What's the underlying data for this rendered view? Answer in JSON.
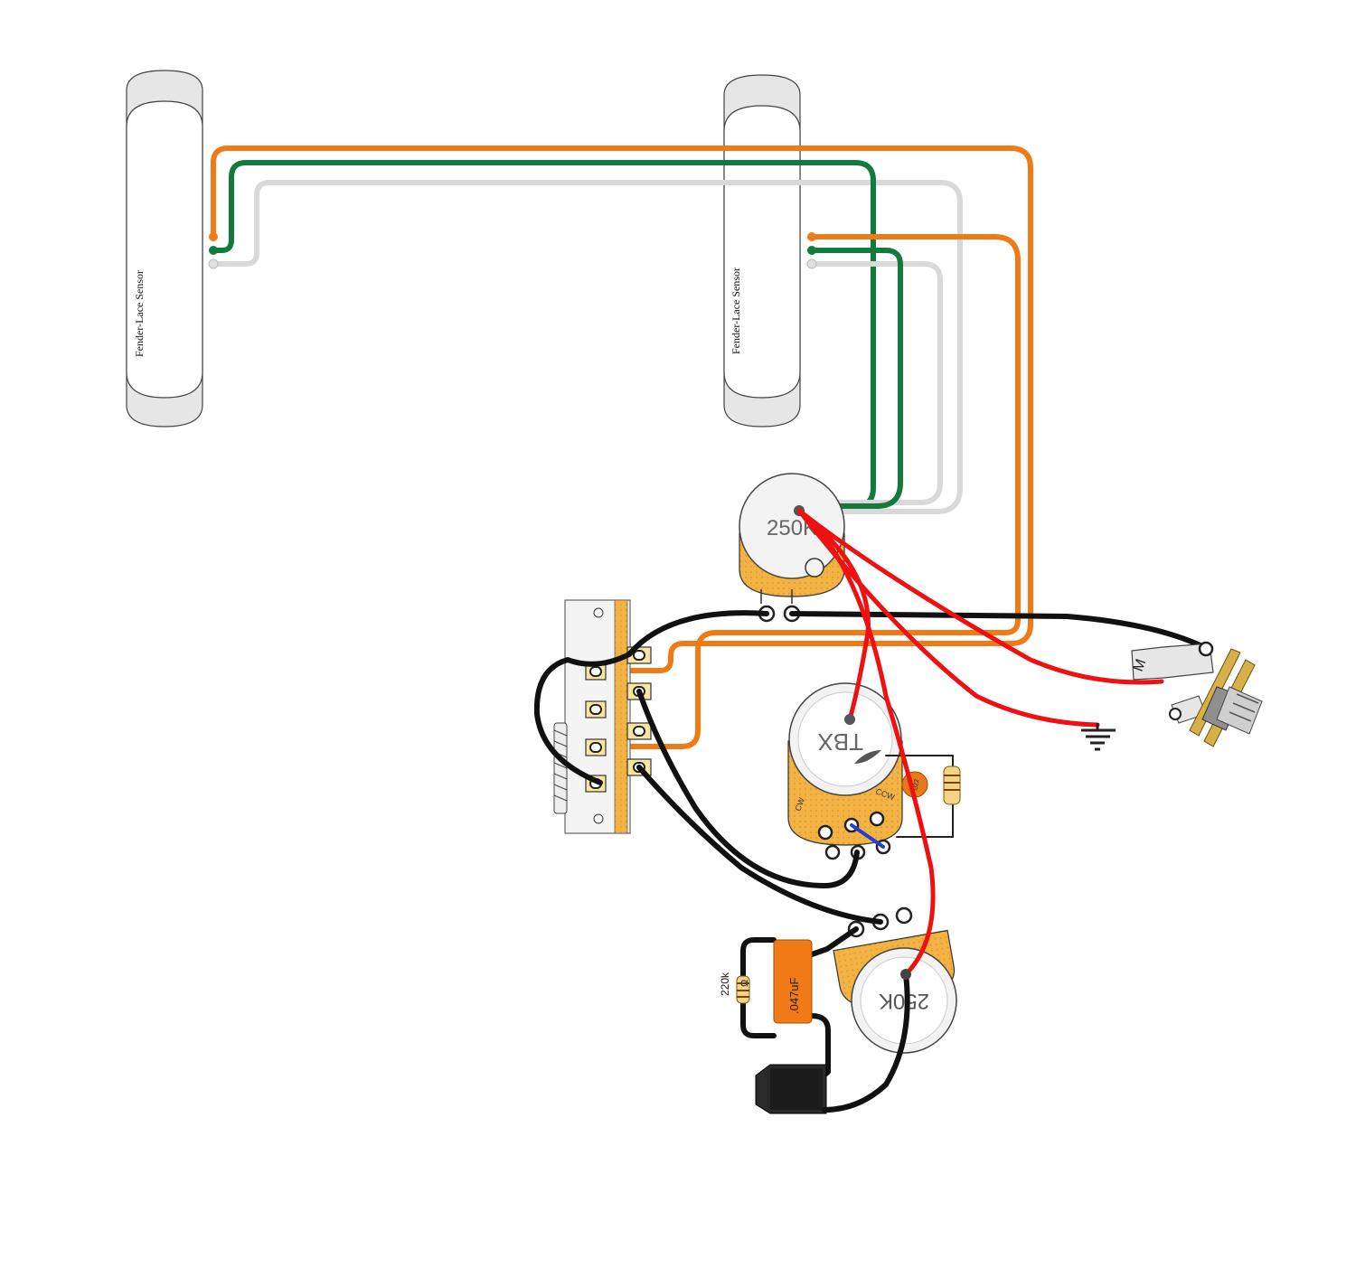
{
  "pickups": {
    "neck": {
      "brand": "Fender-Lace Sensor"
    },
    "bridge": {
      "brand": "Fender-Lace Sensor"
    }
  },
  "pots": {
    "volume": {
      "value": "250K"
    },
    "tbx": {
      "value": "TBX",
      "cw_label": "CW",
      "ccw_label": "CCW",
      "cap_label": ".022"
    },
    "tone": {
      "value": "250K"
    }
  },
  "components": {
    "cap": {
      "label": ".047uF"
    },
    "resistor": {
      "label": "220k"
    }
  },
  "jack": {
    "label": "M"
  },
  "colors": {
    "orange": "#f07a16",
    "green": "#127a3a",
    "white_wire": "#d9d9d9",
    "black": "#111111",
    "red": "#ee1111",
    "blue": "#1d3fd8",
    "pot_gold": "#f3b344",
    "cap_orange": "#f07a16",
    "pickup_grey": "#e6e6e6"
  }
}
